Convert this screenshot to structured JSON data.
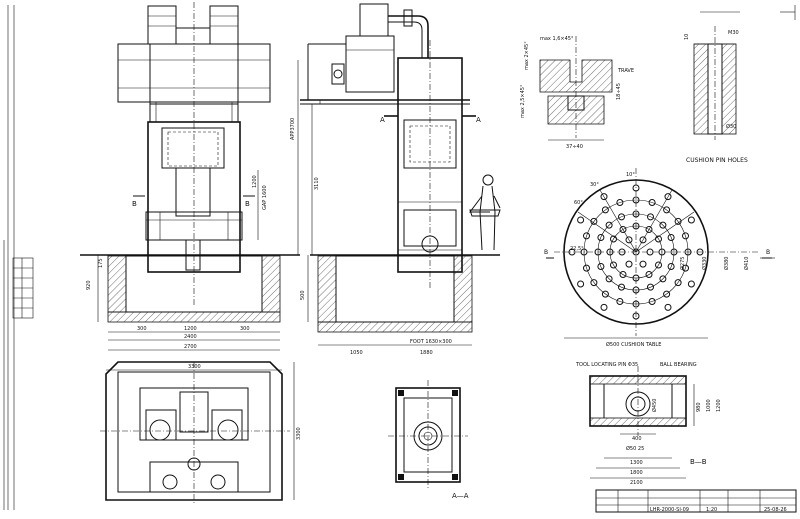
{
  "dims": {
    "front": {
      "d300": "300",
      "d1200": "1200",
      "d2400": "2400",
      "d2700": "2700",
      "d920": "920",
      "d175": "175",
      "d1200v": "1200",
      "gap": "GAP 1600"
    },
    "side": {
      "foot": "FOOT 1630×300",
      "d1050": "1050",
      "d1880": "1880",
      "d500": "500",
      "d3110": "3110",
      "d1970": "APP3700"
    },
    "plan": {
      "top": "3300",
      "right": "3300"
    }
  },
  "sections": {
    "aa_top_left": "A",
    "aa_top_right": "A",
    "bb": "B—B",
    "aa_bottom": "A—A",
    "b_left": "B",
    "b_right": "B"
  },
  "detail": {
    "chamfer1": "max 1,6×45°",
    "chamfer2": "max 2×45°",
    "chamfer3": "max 2,5×45°",
    "tslot": "TRAVE",
    "d3740": "37÷40",
    "d1845": "18÷45"
  },
  "cushion": {
    "title": "CUSHION PIN HOLES",
    "m30": "M30",
    "d30": "Ø30",
    "d10": "10"
  },
  "circle": {
    "label": "Ø500 CUSHION TABLE",
    "a10": "10°",
    "a30": "30°",
    "a60": "60°",
    "a225": "22,5°",
    "d1": "Ø275",
    "d2": "Ø330",
    "d3": "Ø380",
    "d4": "Ø410"
  },
  "bottom": {
    "pin": "TOOL LOCATING PIN Φ35",
    "ball": "BALL BEARING",
    "d400": "400",
    "d650": "Ø50 25",
    "d1300": "1300",
    "d1800": "1800",
    "d2100": "2100",
    "d980": "980",
    "d1000": "1000",
    "d1200": "1200",
    "d450": "Ø450"
  },
  "title_block": {
    "drawing_no": "LHR-2000-SI-09",
    "scale": "1:20",
    "date": "25-08-26"
  }
}
